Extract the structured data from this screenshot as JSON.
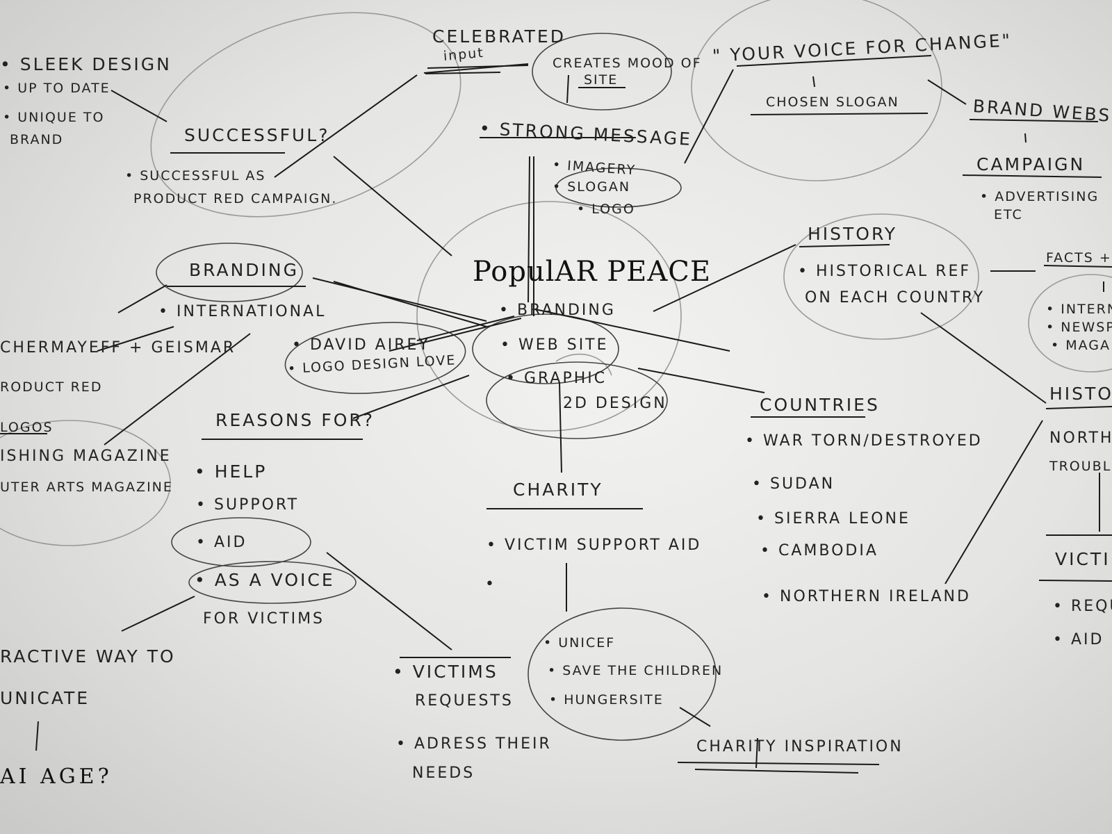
{
  "center": {
    "title": "PopulAR PEACE",
    "branding": "BRANDING",
    "web_site": "WEB SITE",
    "graphic": "GRAPHIC",
    "design_2d": "2D DESIGN"
  },
  "message": {
    "strong_message": "STRONG MESSAGE",
    "imagery": "IMAGERY",
    "slogan": "SLOGAN",
    "logo": "LOGO",
    "creates_mood_line1": "CREATES MOOD OF",
    "creates_mood_line2": "SITE",
    "celebrated_line1": "CELEBRATED",
    "celebrated_line2": "input"
  },
  "successful": {
    "title": "SUCCESSFUL?",
    "item_line1": "SUCCESSFUL AS",
    "item_line2": "PRODUCT RED CAMPAIGN.",
    "sleek": "SLEEK DESIGN",
    "up_to_date": "UP TO DATE",
    "unique_line1": "UNIQUE TO",
    "unique_line2": "BRAND"
  },
  "slogan_group": {
    "your_voice": "YOUR VOICE FOR CHANGE",
    "chosen_slogan": "CHOSEN SLOGAN",
    "brand_website": "BRAND WEBSITE",
    "campaign": "CAMPAIGN",
    "advertising_line1": "ADVERTISING",
    "advertising_line2": "ETC"
  },
  "history": {
    "title": "HISTORY",
    "item_line1": "HISTORICAL REF",
    "item_line2": "ON EACH COUNTRY",
    "facts": "FACTS + F",
    "internet": "INTERN",
    "newspaper": "NEWSPA",
    "magazine": "MAGA",
    "history2": "HISTOR",
    "northern": "NORTHE",
    "troubles": "TROUBL",
    "victims": "VICTIM",
    "requests": "REQU",
    "aid": "AID"
  },
  "branding": {
    "title": "BRANDING",
    "international": "INTERNATIONAL",
    "chermayeff": "CHERMAYEFF + GEISMAR",
    "product_red": "RODUCT RED",
    "logos": "LOGOS",
    "publishing": "ISHING MAGAZINE",
    "computer_arts": "UTER ARTS MAGAZINE",
    "david_airey": "DAVID AIREY",
    "logo_design_love": "LOGO DESIGN LOVE"
  },
  "reasons": {
    "title": "REASONS FOR?",
    "help": "HELP",
    "support": "SUPPORT",
    "aid": "AID",
    "as_a_voice": "AS A VOICE",
    "for_victims": "FOR VICTIMS",
    "interactive": "RACTIVE WAY TO",
    "communicate": "UNICATE",
    "age": "AI AGE?"
  },
  "charity": {
    "title": "CHARITY",
    "victim_support": "VICTIM SUPPORT AID",
    "unicef": "UNICEF",
    "save_children": "SAVE THE CHILDREN",
    "hungersite": "HUNGERSITE",
    "inspiration": "CHARITY INSPIRATION",
    "victims_line1": "VICTIMS",
    "victims_line2": "REQUESTS",
    "address_line1": "ADRESS THEIR",
    "address_line2": "NEEDS"
  },
  "countries": {
    "title": "COUNTRIES",
    "war_torn": "WAR TORN/DESTROYED",
    "sudan": "SUDAN",
    "sierra_leone": "SIERRA LEONE",
    "cambodia": "CAMBODIA",
    "northern_ireland": "NORTHERN IRELAND"
  }
}
